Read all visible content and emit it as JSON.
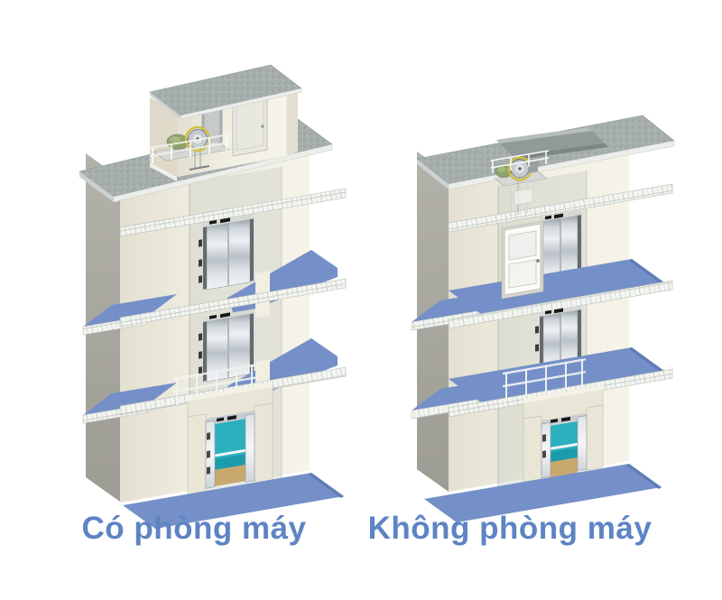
{
  "page": {
    "background": "#ffffff"
  },
  "captions": {
    "left": "Có phòng máy",
    "right": "Không phòng máy"
  },
  "diagram": {
    "type": "isometric-elevator-comparison",
    "buildings": [
      {
        "id": "with-machine-room",
        "caption": "Có phòng máy",
        "floors_shown": 3,
        "elements": [
          "machine-room-on-roof",
          "pitched-machine-room-roof",
          "traction-machine-with-sheave",
          "control-cabinet",
          "machine-room-door",
          "hoistway-shaft",
          "elevator-landing-doors",
          "car-top-railing",
          "entrance-portal",
          "open-elevator-cab",
          "teal-cab-interior",
          "tan-cab-floor",
          "blue-floor-slabs",
          "tiled-slab-edges"
        ]
      },
      {
        "id": "machine-room-less",
        "caption": "Không phòng máy",
        "floors_shown": 3,
        "elements": [
          "flat-roof-with-recess",
          "compact-gearless-machine-at-shaft-top",
          "guide-rails",
          "white-landing-access-door",
          "hoistway-shaft",
          "elevator-landing-doors",
          "car-top-railing",
          "entrance-portal",
          "open-elevator-cab",
          "teal-cab-interior",
          "tan-cab-floor",
          "blue-floor-slabs",
          "tiled-slab-edges"
        ]
      }
    ]
  },
  "palette": {
    "bg": "#ffffff",
    "wall": "#f1efe2",
    "wall-dark": "#e3e0d1",
    "side": "#b3b2aa",
    "side-dark": "#9d9c94",
    "roof-base": "#a6afae",
    "roof-speck": "#8e9997",
    "roof-light": "#bcc4c3",
    "fascia": "#eceeea",
    "recess": "#8f9a99",
    "slab-blue": "#7590c8",
    "slab-blue-dark": "#5f7cb5",
    "tile": "#f3f5f1",
    "tile-line": "#c6cbc5",
    "door-frame": "#646a6e",
    "metal-hi": "#eef1f3",
    "metal-mid": "#b9c1c8",
    "metal-lo": "#98a1a8",
    "teal": "#2bb0bd",
    "teal-dark": "#1b9cab",
    "cab-floor": "#c9a86d",
    "portal": "#e9e6d7",
    "portal-dark": "#d8d4c2",
    "label": "#5d84c3",
    "machine-green": "#8fa36b",
    "machine-yellow": "#d2bf3a",
    "machine-gray": "#b6bbbb"
  }
}
